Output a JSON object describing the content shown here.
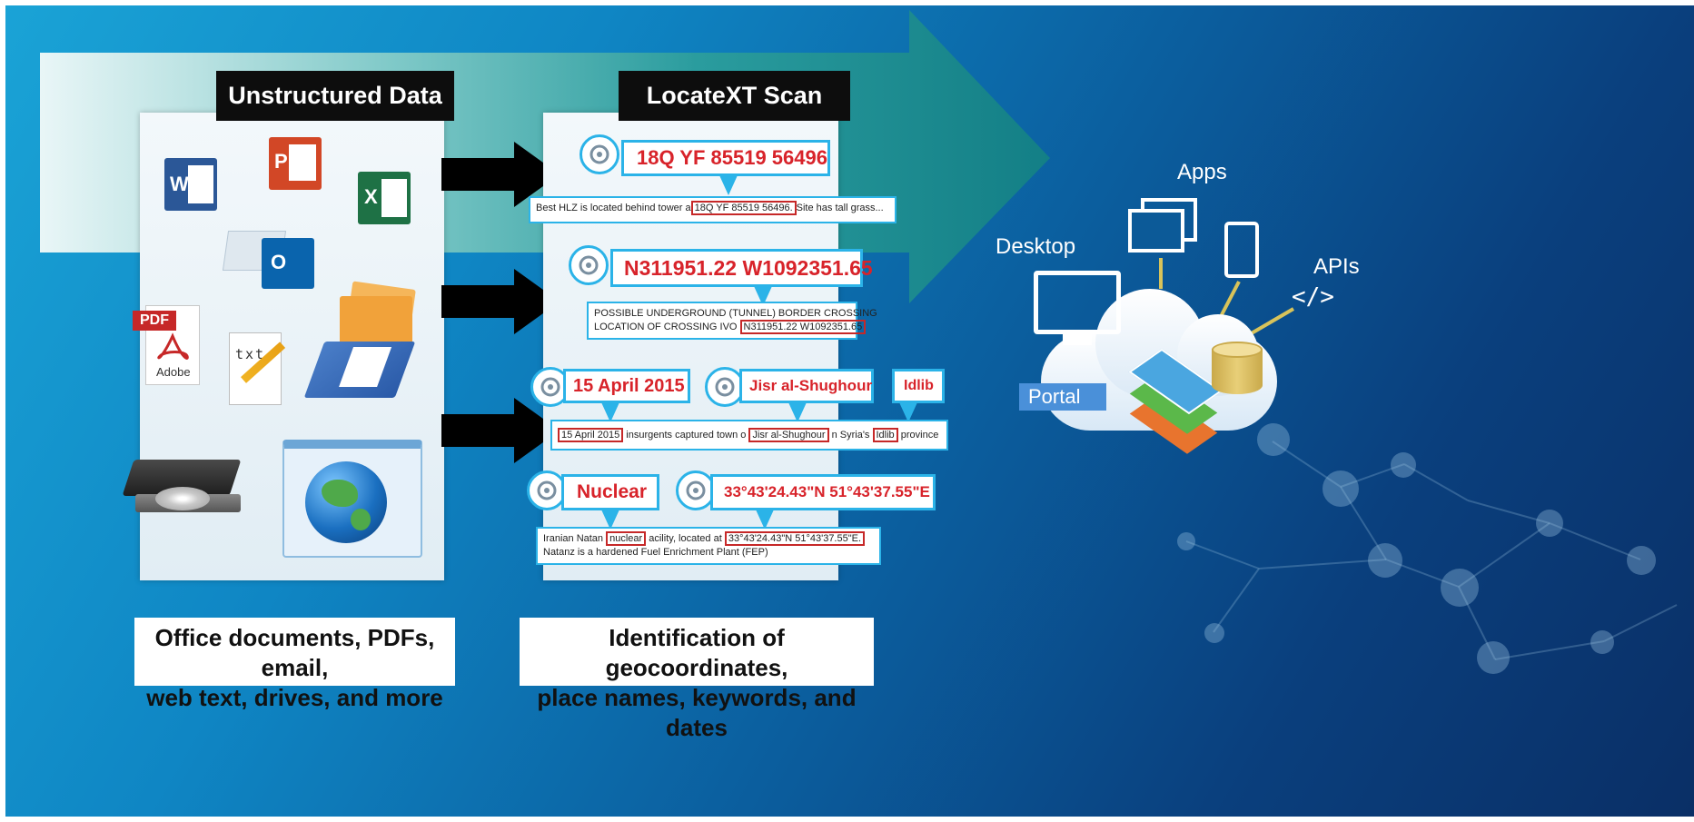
{
  "colors": {
    "accent": "#2bb3e8",
    "highlight": "#d8232a",
    "header_bg": "#0d0d0d",
    "arrow_teal": "#1f8f8f"
  },
  "unstructured": {
    "header": "Unstructured Data",
    "caption_line1": "Office documents, PDFs, email,",
    "caption_line2": "web text, drives, and more",
    "icons": {
      "word_letter": "W",
      "powerpoint_letter": "P",
      "excel_letter": "X",
      "outlook_letter": "O",
      "pdf_badge": "PDF",
      "pdf_brand": "Adobe",
      "txt_label": "txt"
    }
  },
  "scan": {
    "header": "LocateXT Scan",
    "caption_line1": "Identification of geocoordinates,",
    "caption_line2": "place names, keywords, and dates",
    "callouts": {
      "mgrs": "18Q YF 85519 56496",
      "dms": "N311951.22 W1092351.65",
      "date": "15 April 2015",
      "place1": "Jisr al-Shughour",
      "place2": "Idlib",
      "keyword": "Nuclear",
      "coords": "33°43'24.43\"N 51°43'37.55\"E"
    },
    "sentences": {
      "s1_pre": "Best HLZ is located behind tower a",
      "s1_hl": "18Q YF 85519 56496.",
      "s1_post": "Site has tall grass...",
      "s2_line1": "POSSIBLE UNDERGROUND (TUNNEL) BORDER CROSSING",
      "s2_pre": "LOCATION OF CROSSING IVO",
      "s2_hl": "N311951.22 W1092351.65",
      "s3_hl1": "15 April 2015",
      "s3_mid1": "insurgents captured town o",
      "s3_hl2": "Jisr al-Shughour",
      "s3_mid2": "n Syria's",
      "s3_hl3": "Idlib",
      "s3_post": "province",
      "s4_pre": "Iranian Natan",
      "s4_hl1": "nuclear",
      "s4_mid": "acility, located at",
      "s4_hl2": "33°43'24.43\"N 51°43'37.55\"E.",
      "s4_line2": "Natanz is a hardened Fuel Enrichment Plant (FEP)"
    }
  },
  "platform": {
    "desktop": "Desktop",
    "apps": "Apps",
    "apis": "APIs",
    "apis_glyph": "</>",
    "portal": "Portal"
  }
}
